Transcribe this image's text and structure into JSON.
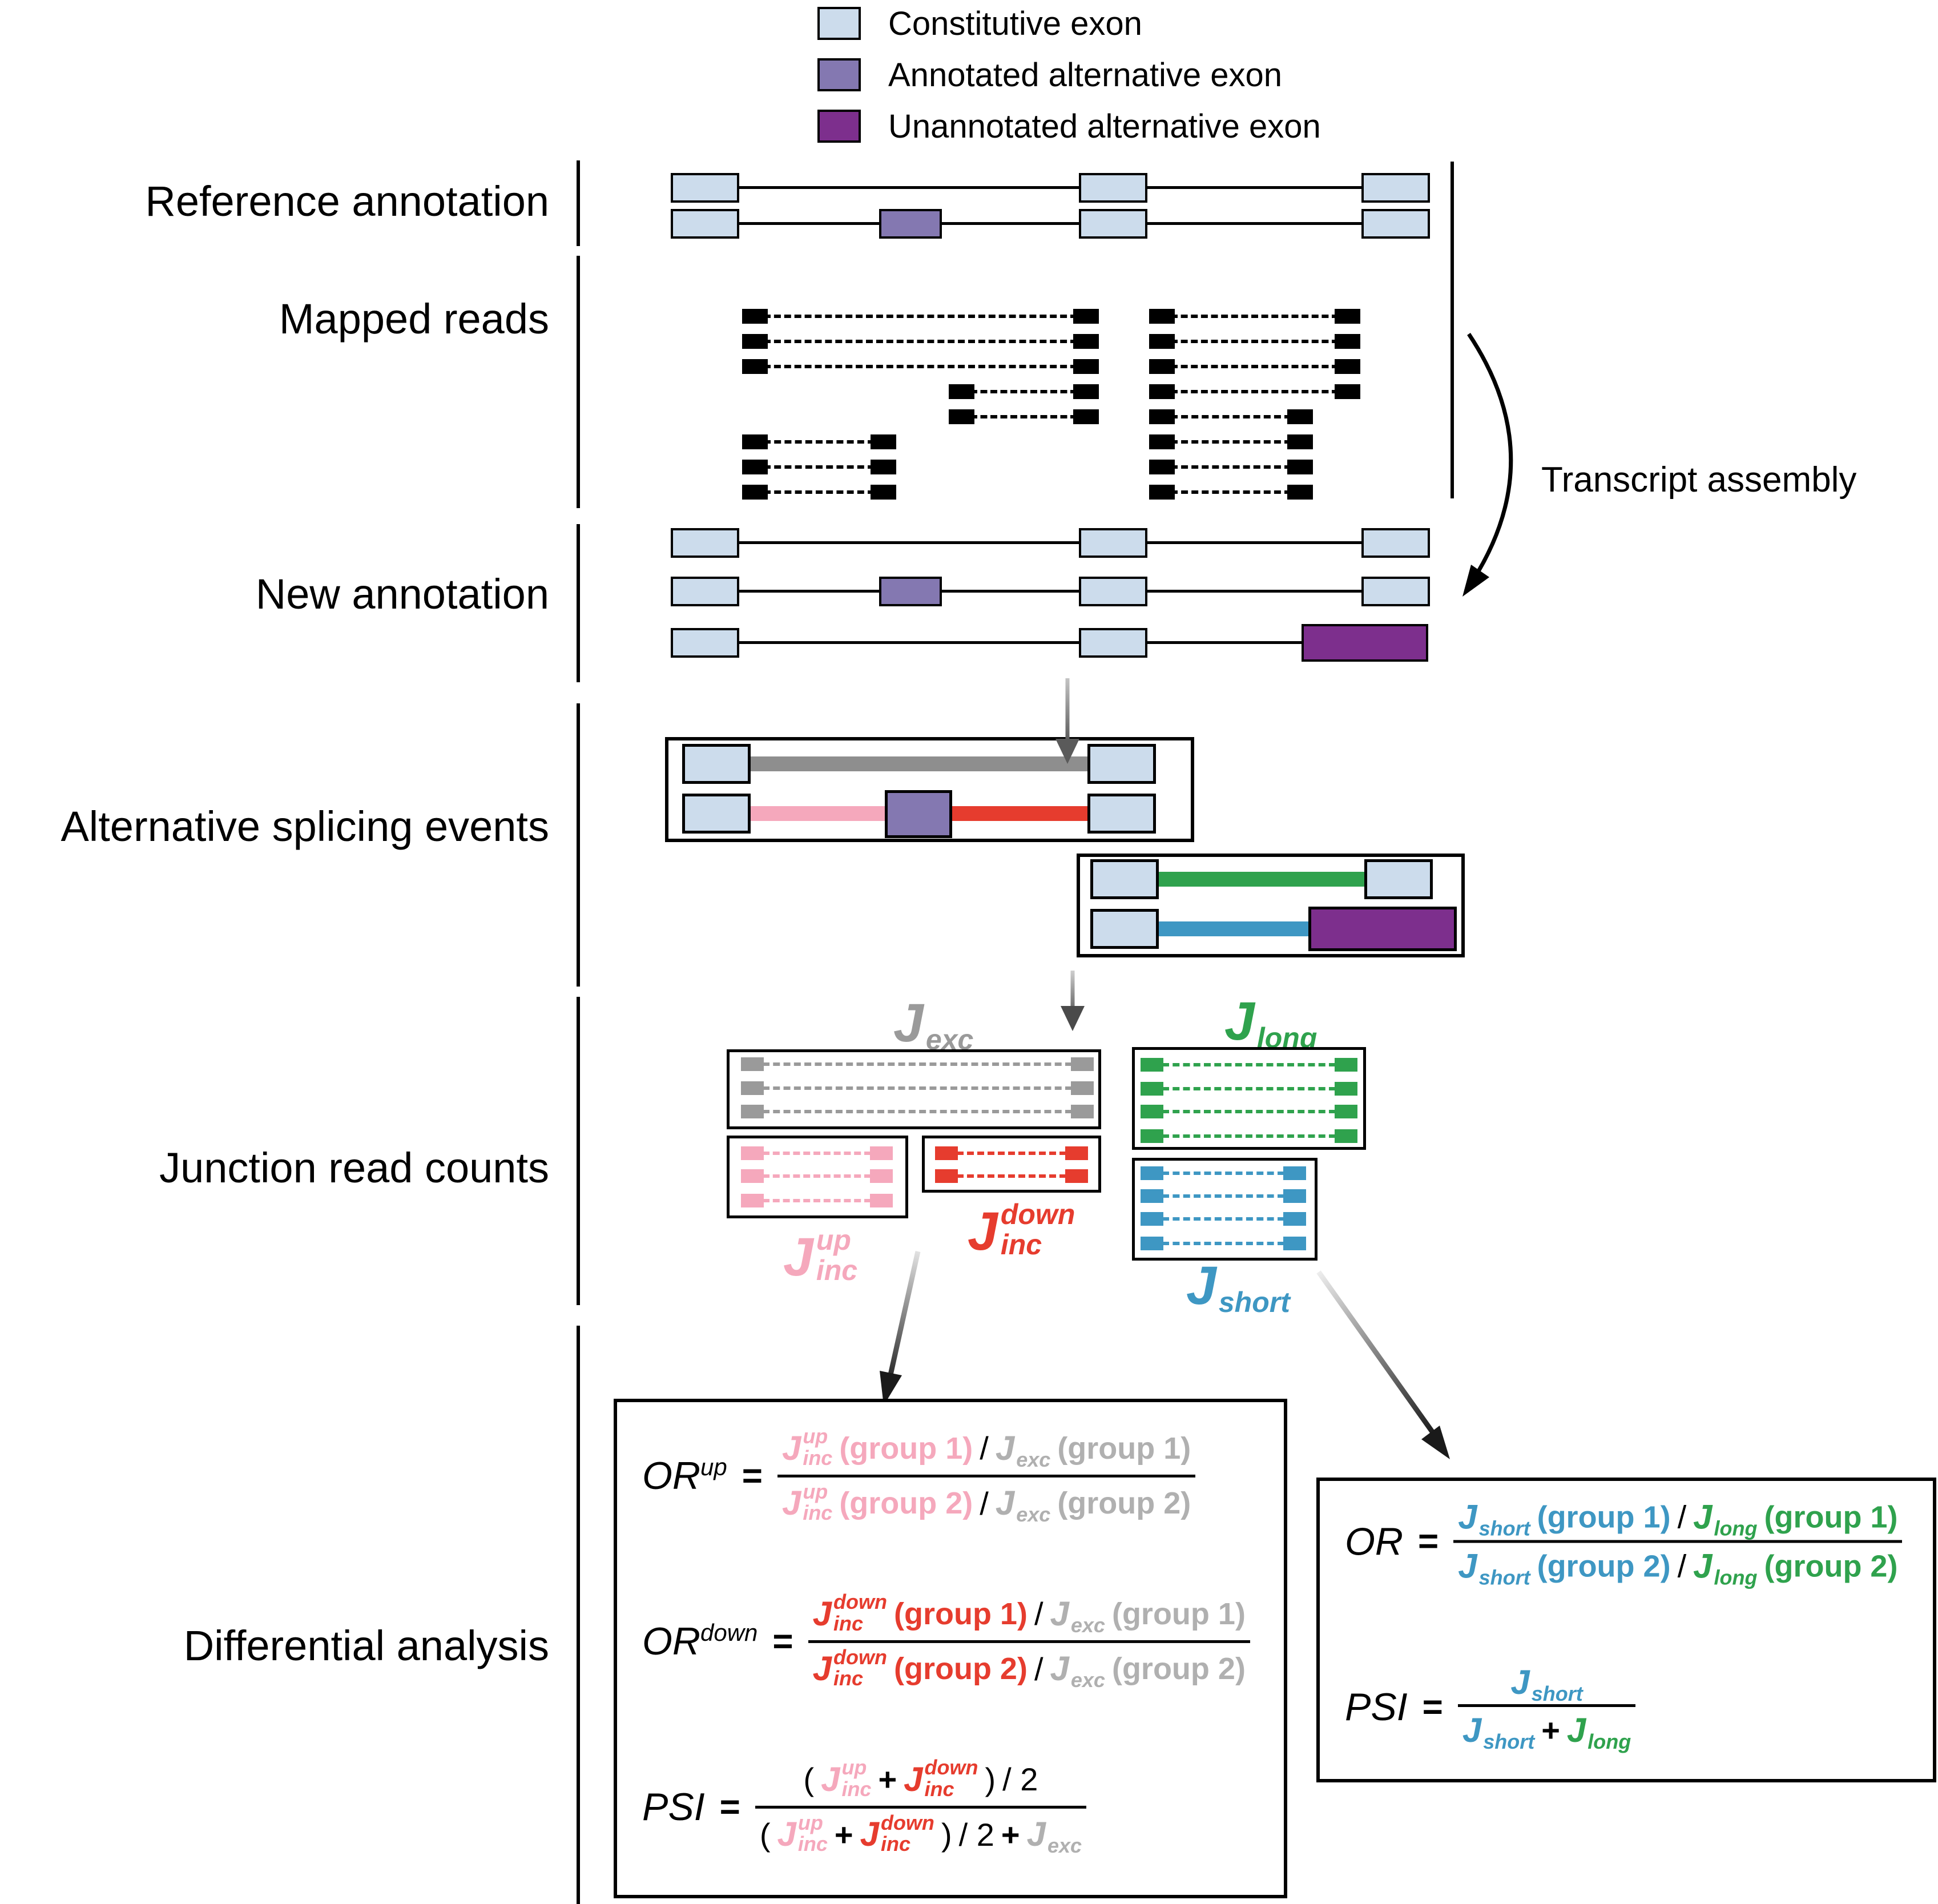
{
  "legend": {
    "items": [
      {
        "label": "Constitutive exon",
        "color": "#ccdcec"
      },
      {
        "label": "Annotated alternative exon",
        "color": "#8478b1"
      },
      {
        "label": "Unannotated alternative exon",
        "color": "#7d2f8d"
      }
    ]
  },
  "sections": {
    "reference": "Reference annotation",
    "mapped": "Mapped reads",
    "new_annotation": "New annotation",
    "events": "Alternative splicing events",
    "junctions": "Junction read counts",
    "differential": "Differential analysis"
  },
  "transcript_assembly_label": "Transcript assembly",
  "strings": {
    "j": "J",
    "up": "up",
    "down": "down",
    "inc": "inc",
    "exc": "exc",
    "long": "long",
    "short": "short",
    "group1": "(group 1)",
    "group2": "(group 2)",
    "slash": "/",
    "plus": "+",
    "eq": "=",
    "or": "OR",
    "psi": "PSI",
    "lparen": "(",
    "rparen": ")",
    "two": "2",
    "div2": "/ 2"
  },
  "colors": {
    "constitutive_exon": "#ccdcec",
    "annotated_alt_exon": "#8478b1",
    "unannotated_alt_exon": "#7d2f8d",
    "j_exc": "#9a9a9a",
    "j_inc_up": "#f5a8bc",
    "j_inc_down": "#e63c2e",
    "j_long": "#2fa24d",
    "j_short": "#3e97c3"
  }
}
